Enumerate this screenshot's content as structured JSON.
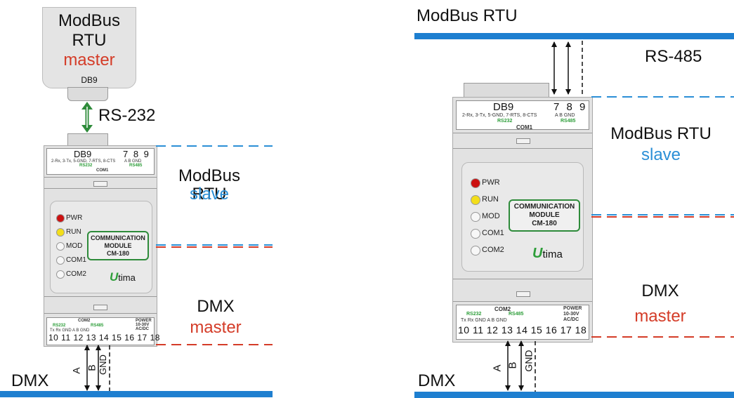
{
  "left": {
    "master_box": {
      "line1": "ModBus",
      "line2": "RTU",
      "line3": "master",
      "port": "DB9"
    },
    "link_label": "RS-232",
    "slave_label": {
      "line1": "ModBus RTU",
      "line2": "slave"
    },
    "dmx_master": {
      "line1": "DMX",
      "line2": "master"
    },
    "bus_label": "DMX",
    "wire_labels": [
      "A",
      "B",
      "GND"
    ]
  },
  "right": {
    "top_bus_label": "ModBus RTU",
    "link_label": "RS-485",
    "slave_label": {
      "line1": "ModBus RTU",
      "line2": "slave"
    },
    "dmx_master": {
      "line1": "DMX",
      "line2": "master"
    },
    "bus_label": "DMX",
    "wire_labels": [
      "A",
      "B",
      "GND"
    ]
  },
  "module": {
    "db9": "DB9",
    "pins_top": "7 8 9",
    "pinout": "2-Rx, 3-Tx, 5-GND, 7-RTS, 8-CTS",
    "rs232": "RS232",
    "top_pin_names": "A  B  GND",
    "rs485": "RS485",
    "com1": "COM1",
    "leds": [
      "PWR",
      "RUN",
      "MOD",
      "COM1",
      "COM2"
    ],
    "cm_lines": [
      "COMMUNICATION",
      "MODULE",
      "CM-180"
    ],
    "brand_mark": "U",
    "brand": "tima",
    "com2": "COM2",
    "power": [
      "POWER",
      "10-30V",
      "AC/DC"
    ],
    "bottom_pin_names": "Tx  Rx GND  A   B  GND",
    "bottom_pins": "10 11 12 13 14 15 16 17 18"
  },
  "colors": {
    "bus_blue": "#1e7fd0",
    "master_red": "#d43c28",
    "slave_blue": "#2b8fd6",
    "arrow_green": "#2e8b3a",
    "brand_green": "#2e9e3a"
  }
}
